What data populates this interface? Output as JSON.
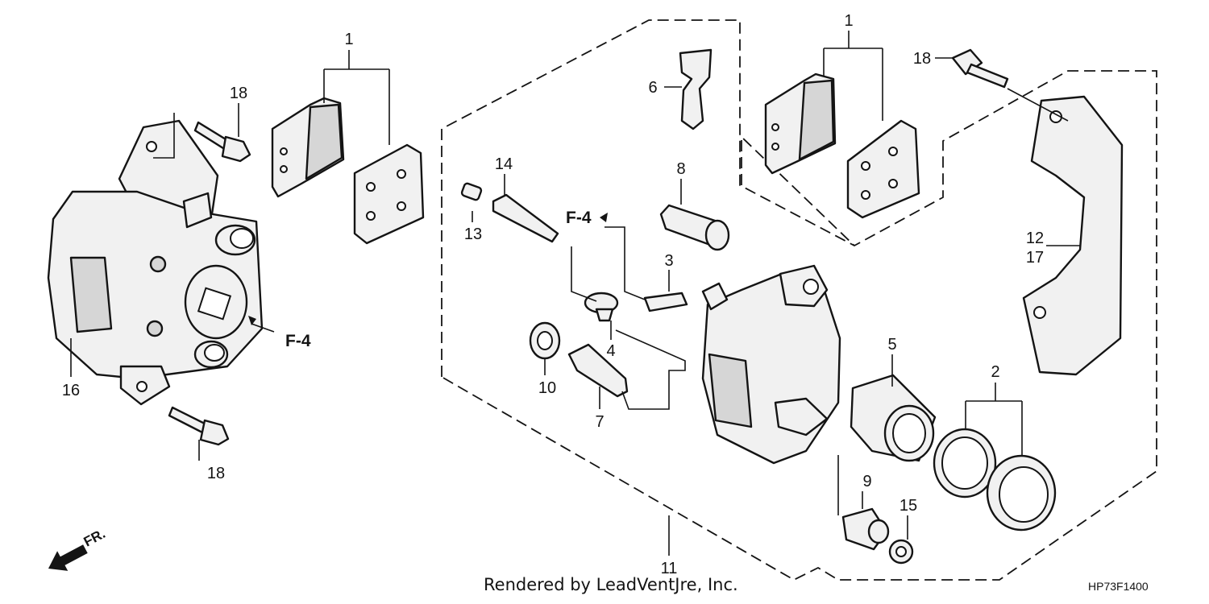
{
  "callouts": {
    "c1a": "1",
    "c1b": "1",
    "c2": "2",
    "c3": "3",
    "c4": "4",
    "c5": "5",
    "c6": "6",
    "c7": "7",
    "c8": "8",
    "c9": "9",
    "c10": "10",
    "c11": "11",
    "c12": "12",
    "c13": "13",
    "c14": "14",
    "c15": "15",
    "c16": "16",
    "c17": "17",
    "c18a": "18",
    "c18b": "18",
    "c18c": "18"
  },
  "references": {
    "f4a": "F-4",
    "f4b": "F-4"
  },
  "direction_label": "FR.",
  "footer": {
    "credit": "Rendered by LeadVentJre, Inc.",
    "code": "HP73F1400"
  },
  "icons": [
    "arrow-fr-icon"
  ]
}
